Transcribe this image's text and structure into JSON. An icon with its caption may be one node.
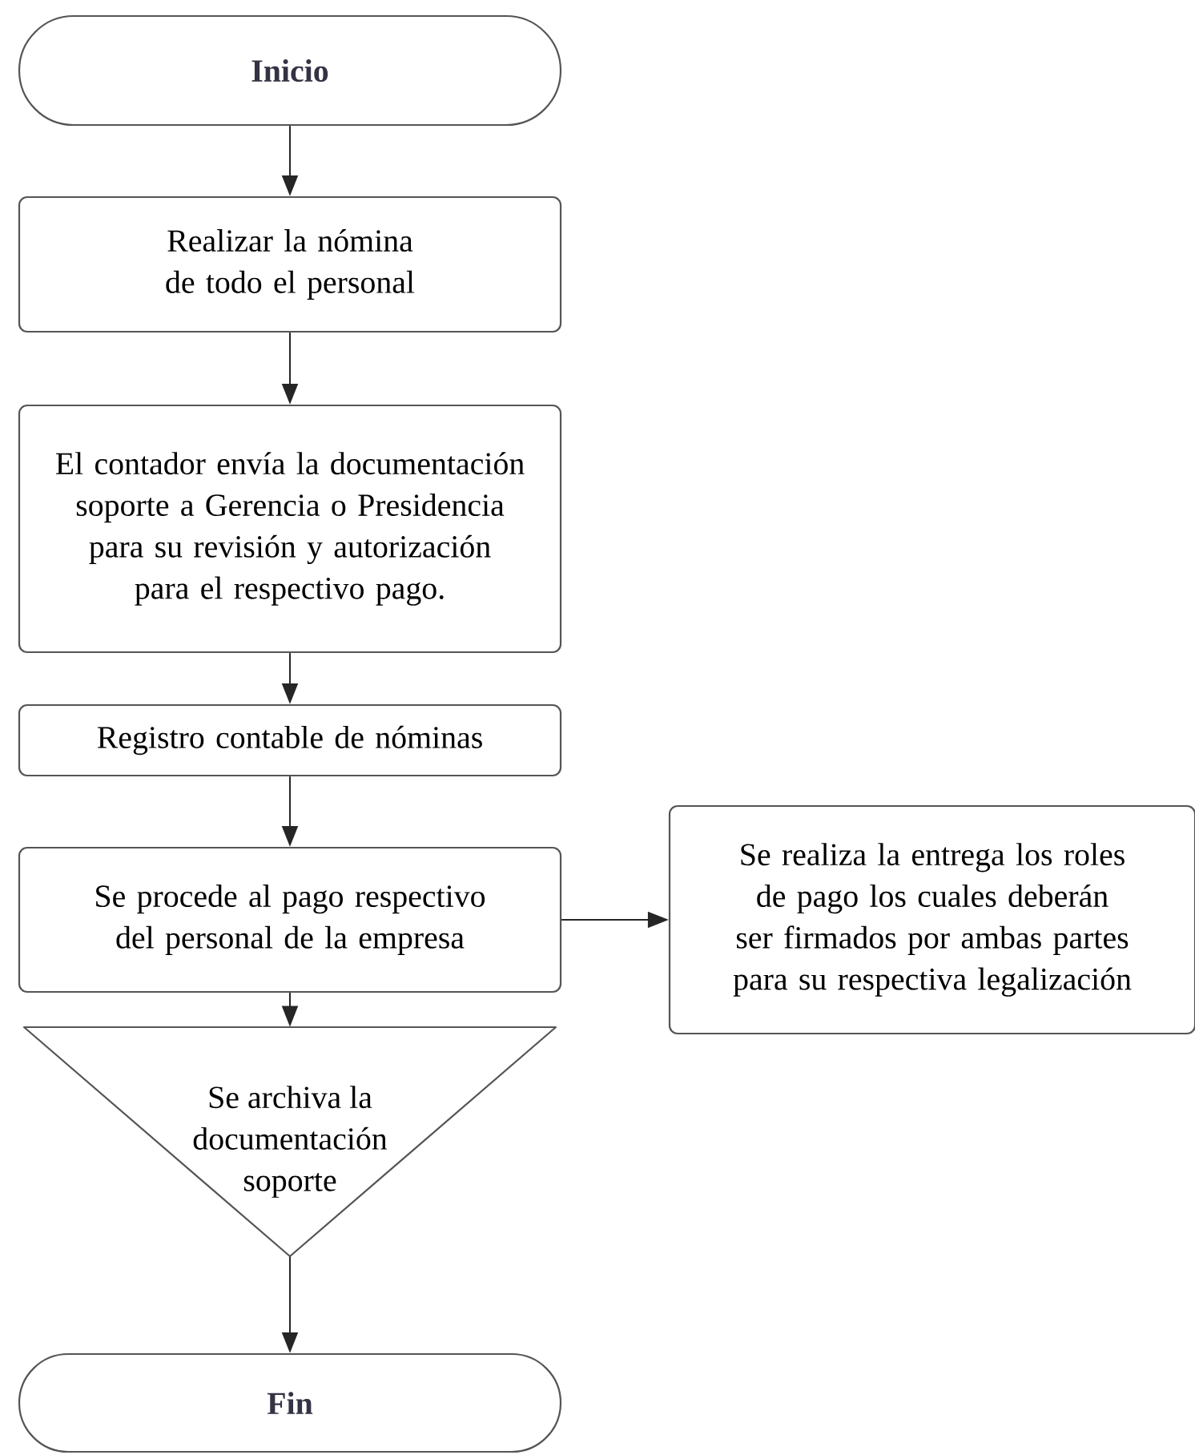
{
  "diagram": {
    "nodes": [
      {
        "text": [
          "Inicio"
        ]
      },
      {
        "text": [
          "Realizar la nómina de todo el personal"
        ]
      },
      {
        "text": [
          "El contador envía la documentación soporte a Gerencia o Presidencia para su revisión y autorización para el respectivo pago."
        ]
      },
      {
        "text": [
          "Registro contable de nóminas"
        ]
      },
      {
        "text": [
          "Se procede al pago respectivo del personal de la empresa"
        ]
      },
      {
        "text": [
          "Se archiva la documentación soporte"
        ]
      },
      {
        "text": [
          "Se realiza la entrega los roles de pago los cuales deberán ser firmados por ambas partes para su respectiva legalización"
        ]
      },
      {
        "text": [
          "Fin"
        ]
      }
    ],
    "edges": [
      {
        "from": 0,
        "to": 1,
        "arrow": "to"
      },
      {
        "from": 1,
        "to": 2,
        "arrow": "to"
      },
      {
        "from": 2,
        "to": 3,
        "arrow": "to"
      },
      {
        "from": 3,
        "to": 4,
        "arrow": "to"
      },
      {
        "from": 4,
        "to": 5,
        "arrow": "to"
      },
      {
        "from": 4,
        "to": 6,
        "arrow": "to"
      },
      {
        "from": 5,
        "to": 7,
        "arrow": "to"
      }
    ]
  }
}
